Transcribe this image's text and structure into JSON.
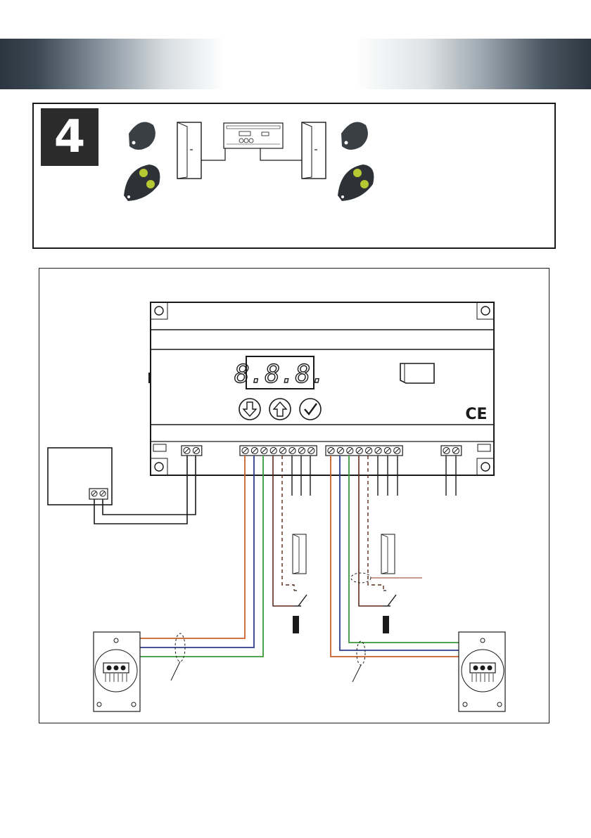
{
  "step": {
    "number": "4"
  },
  "controller": {
    "display_digits": "8.8.8.",
    "buttons": [
      "down-arrow-icon",
      "up-arrow-icon",
      "checkmark-icon"
    ],
    "ce_mark": "CE"
  },
  "icons": [
    "key-fob-icon",
    "remote-icon",
    "door-icon",
    "controller-icon",
    "push-button-icon",
    "reader-icon"
  ],
  "wire_colors": {
    "orange": "#c8602a",
    "blue": "#2e3b8c",
    "green": "#3a9a3a",
    "brown": "#5a2a1a",
    "black": "#1a1a1a"
  }
}
